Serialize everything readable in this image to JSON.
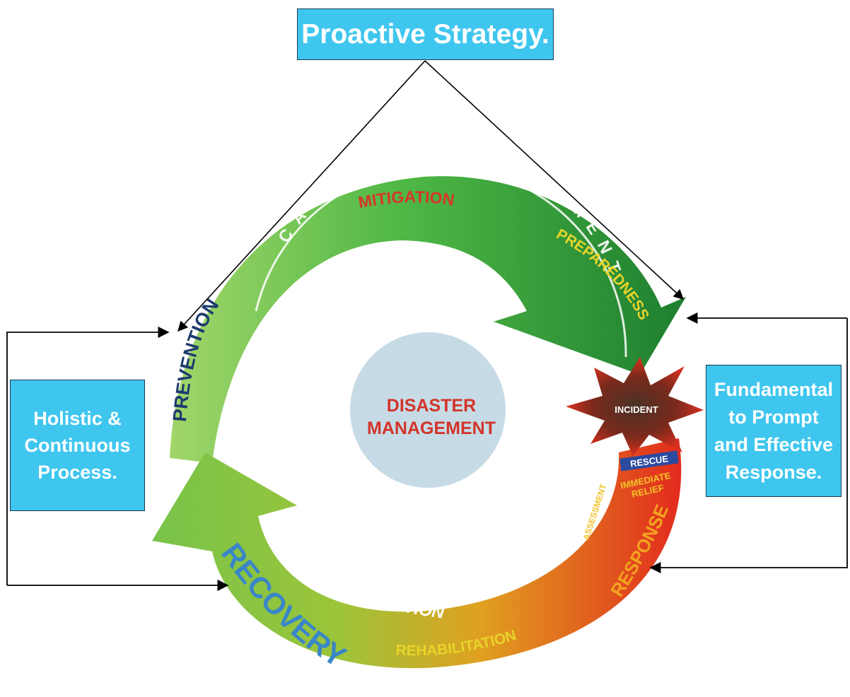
{
  "callouts": {
    "top": "Proactive Strategy.",
    "left": [
      "Holistic &",
      "Continuous",
      "Process."
    ],
    "right": [
      "Fundamental",
      "to Prompt",
      "and Effective",
      "Response."
    ]
  },
  "cycle": {
    "center_line1": "DISASTER",
    "center_line2": "MANAGEMENT",
    "mitigation": "MITIGATION",
    "capacity": "CAPACITY DEVELOPMENT",
    "preparedness": "PREPAREDNESS",
    "prevention": "PREVENTION",
    "incident": "INCIDENT",
    "rescue": "RESCUE",
    "relief_line1": "IMMEDIATE",
    "relief_line2": "RELIEF",
    "assessment": "ASSESSMENT",
    "response": "RESPONSE",
    "reconstruction": "RECONSTRUCTION",
    "rehabilitation": "REHABILITATION",
    "recovery": "RECOVERY"
  },
  "colors": {
    "callout_fill": "#3fc6ef",
    "arrow_green_light": "#8fce4e",
    "arrow_green_dark": "#1f8a32",
    "response_red": "#e8241a",
    "center_circle": "#c6dbe6",
    "center_text": "#d3342a"
  }
}
